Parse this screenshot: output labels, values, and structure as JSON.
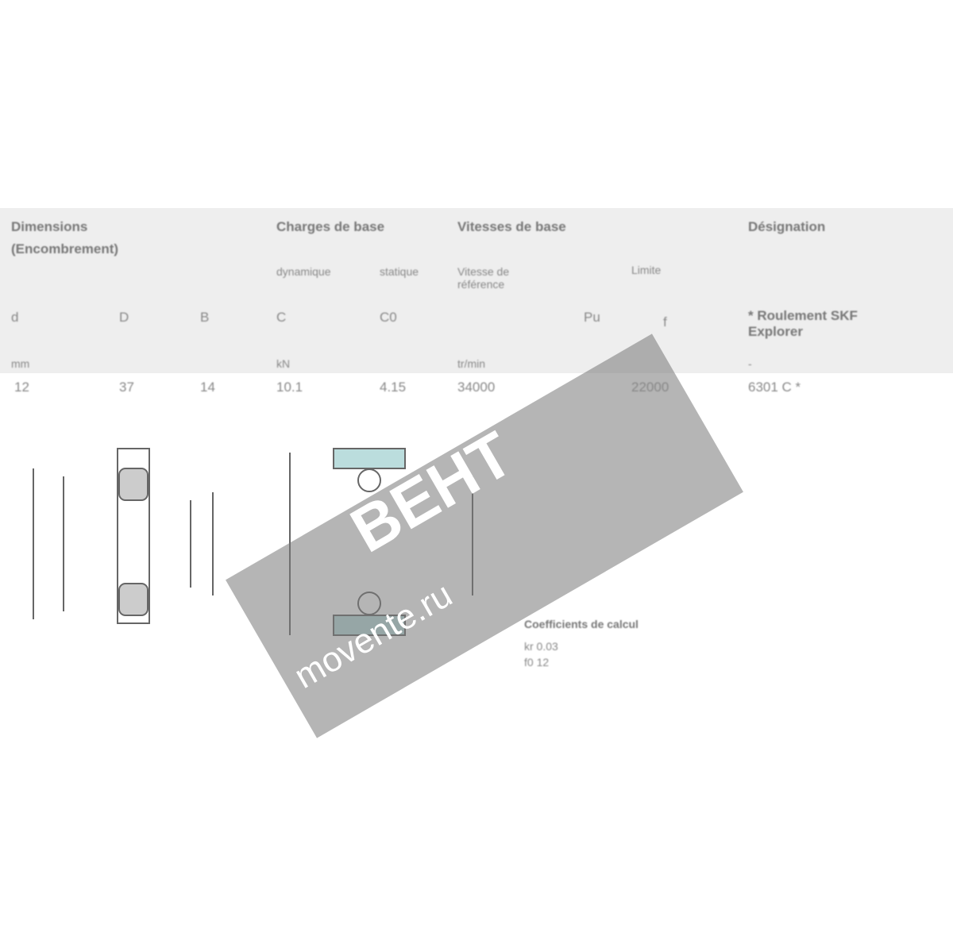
{
  "headers": {
    "dimensions": "Dimensions",
    "dimensions_sub": "(Encombrement)",
    "loads": "Charges de base",
    "speeds": "Vitesses de base",
    "designation": "Désignation"
  },
  "subheaders": {
    "dynamic": "dynamique",
    "static": "statique",
    "ref_speed": "Vitesse de référence",
    "limit": "Limite",
    "explorer": "* Roulement SKF Explorer"
  },
  "columns": {
    "d": "d",
    "D": "D",
    "B": "B",
    "C": "C",
    "C0": "C0",
    "pu": "Pu",
    "f": "f"
  },
  "units": {
    "mm": "mm",
    "kn": "kN",
    "rpm": "tr/min",
    "dash": "-"
  },
  "row": {
    "d": "12",
    "D": "37",
    "B": "14",
    "C": "10.1",
    "C0": "4.15",
    "ref_speed": "34000",
    "limit": "22000",
    "designation": "6301 C *"
  },
  "calc": {
    "title": "Coefficients de calcul",
    "kr": "kr 0.03",
    "f0": "f0 12"
  },
  "watermark": {
    "brand": "BEHT",
    "url": "movente.ru"
  }
}
